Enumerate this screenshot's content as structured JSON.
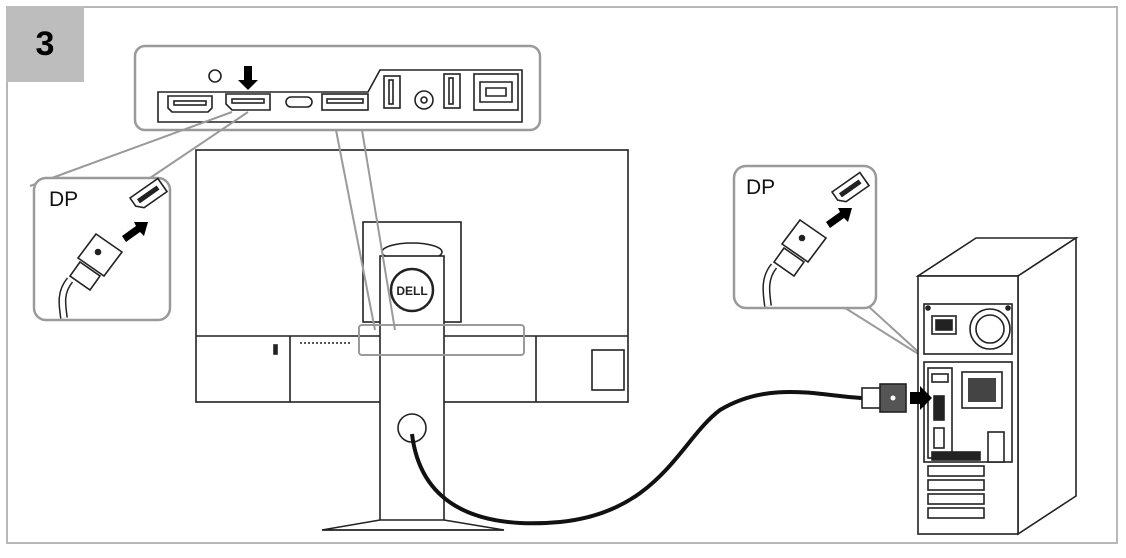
{
  "step": {
    "number": "3"
  },
  "callouts": {
    "monitor_port_label": "DP",
    "computer_port_label": "DP"
  },
  "monitor": {
    "logo_text": "DELL"
  },
  "colors": {
    "badge": "#bdbdbd",
    "frame": "#b8b8b8",
    "line": "#222222",
    "callout_border": "#9a9a9a"
  },
  "icons": [
    "down-arrow-icon",
    "right-arrow-icon",
    "displayport-icon",
    "dell-logo"
  ]
}
